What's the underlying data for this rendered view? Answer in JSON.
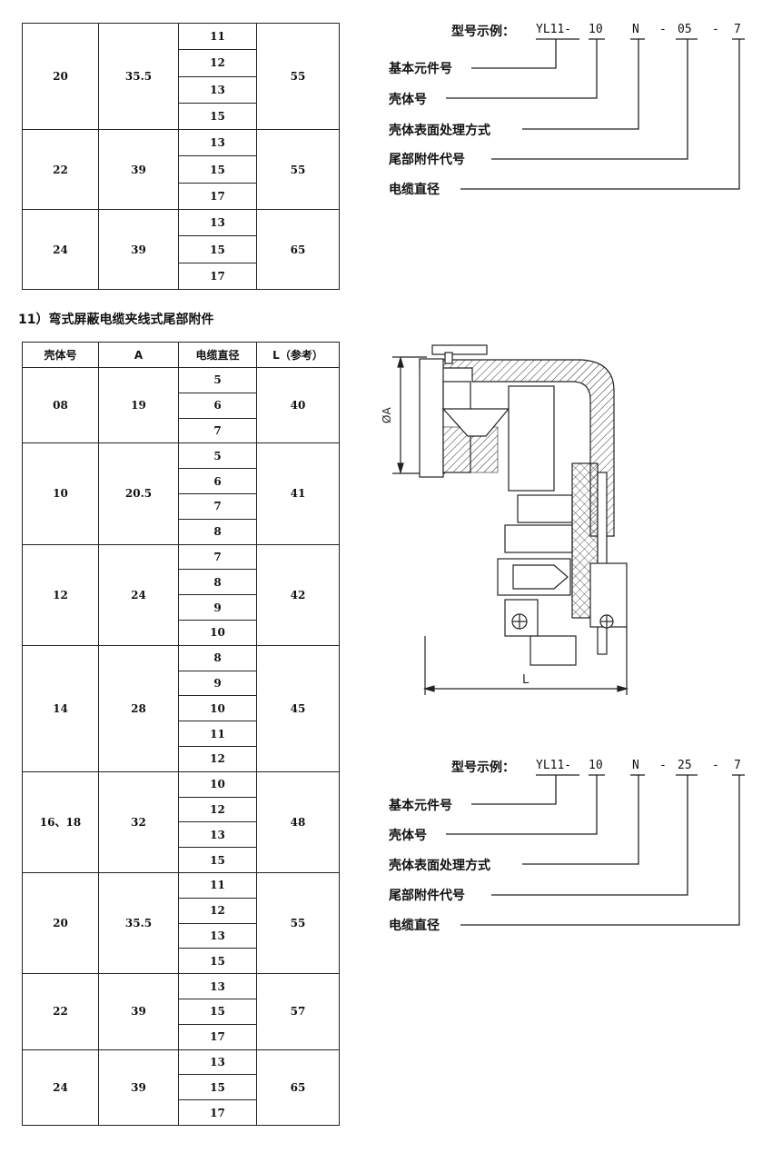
{
  "table_top": {
    "groups": [
      {
        "shell": "20",
        "a": "35.5",
        "l": "55",
        "cables": [
          "11",
          "12",
          "13",
          "15"
        ]
      },
      {
        "shell": "22",
        "a": "39",
        "l": "55",
        "cables": [
          "13",
          "15",
          "17"
        ]
      },
      {
        "shell": "24",
        "a": "39",
        "l": "65",
        "cables": [
          "13",
          "15",
          "17"
        ]
      }
    ]
  },
  "section_title": "11）弯式屏蔽电缆夹线式尾部附件",
  "table_main": {
    "headers": [
      "壳体号",
      "A",
      "电缆直径",
      "L（参考）"
    ],
    "groups": [
      {
        "shell": "08",
        "a": "19",
        "l": "40",
        "cables": [
          "5",
          "6",
          "7"
        ]
      },
      {
        "shell": "10",
        "a": "20.5",
        "l": "41",
        "cables": [
          "5",
          "6",
          "7",
          "8"
        ]
      },
      {
        "shell": "12",
        "a": "24",
        "l": "42",
        "cables": [
          "7",
          "8",
          "9",
          "10"
        ]
      },
      {
        "shell": "14",
        "a": "28",
        "l": "45",
        "cables": [
          "8",
          "9",
          "10",
          "11",
          "12"
        ]
      },
      {
        "shell": "16、18",
        "a": "32",
        "l": "48",
        "cables": [
          "10",
          "12",
          "13",
          "15"
        ]
      },
      {
        "shell": "20",
        "a": "35.5",
        "l": "55",
        "cables": [
          "11",
          "12",
          "13",
          "15"
        ]
      },
      {
        "shell": "22",
        "a": "39",
        "l": "57",
        "cables": [
          "13",
          "15",
          "17"
        ]
      },
      {
        "shell": "24",
        "a": "39",
        "l": "65",
        "cables": [
          "13",
          "15",
          "17"
        ]
      }
    ]
  },
  "model_top": {
    "prefix_label": "型号示例：",
    "codes": [
      "YL11-",
      "10",
      "N",
      "-",
      "05",
      "-",
      "7"
    ],
    "labels": [
      "基本元件号",
      "壳体号",
      "壳体表面处理方式",
      "尾部附件代号",
      "电缆直径"
    ]
  },
  "model_bottom": {
    "prefix_label": "型号示例：",
    "codes": [
      "YL11-",
      "10",
      "N",
      "-",
      "25",
      "-",
      "7"
    ],
    "labels": [
      "基本元件号",
      "壳体号",
      "壳体表面处理方式",
      "尾部附件代号",
      "电缆直径"
    ]
  },
  "drawing": {
    "dim_a": "ØA",
    "dim_l": "L"
  }
}
